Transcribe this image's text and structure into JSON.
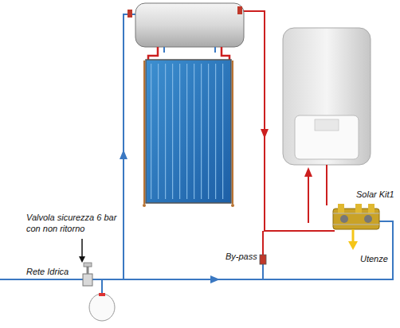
{
  "diagram": {
    "labels": [
      "Valvola sicurezza 6 bar con non ritorno",
      "Rete Idrica",
      "By-pass",
      "Solar Kit1",
      "Utenze"
    ]
  }
}
